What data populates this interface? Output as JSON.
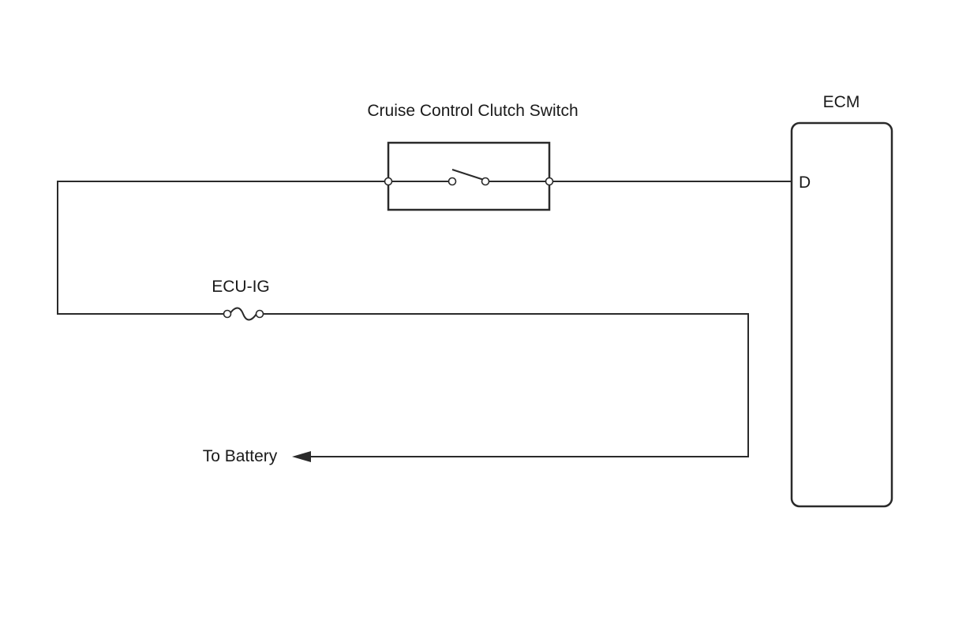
{
  "labels": {
    "switch": "Cruise Control Clutch Switch",
    "ecm": "ECM",
    "terminal": "D",
    "fuse": "ECU-IG",
    "battery": "To Battery"
  },
  "colors": {
    "line": "#2a2a2a",
    "text": "#1a1a1a",
    "background": "#ffffff"
  }
}
